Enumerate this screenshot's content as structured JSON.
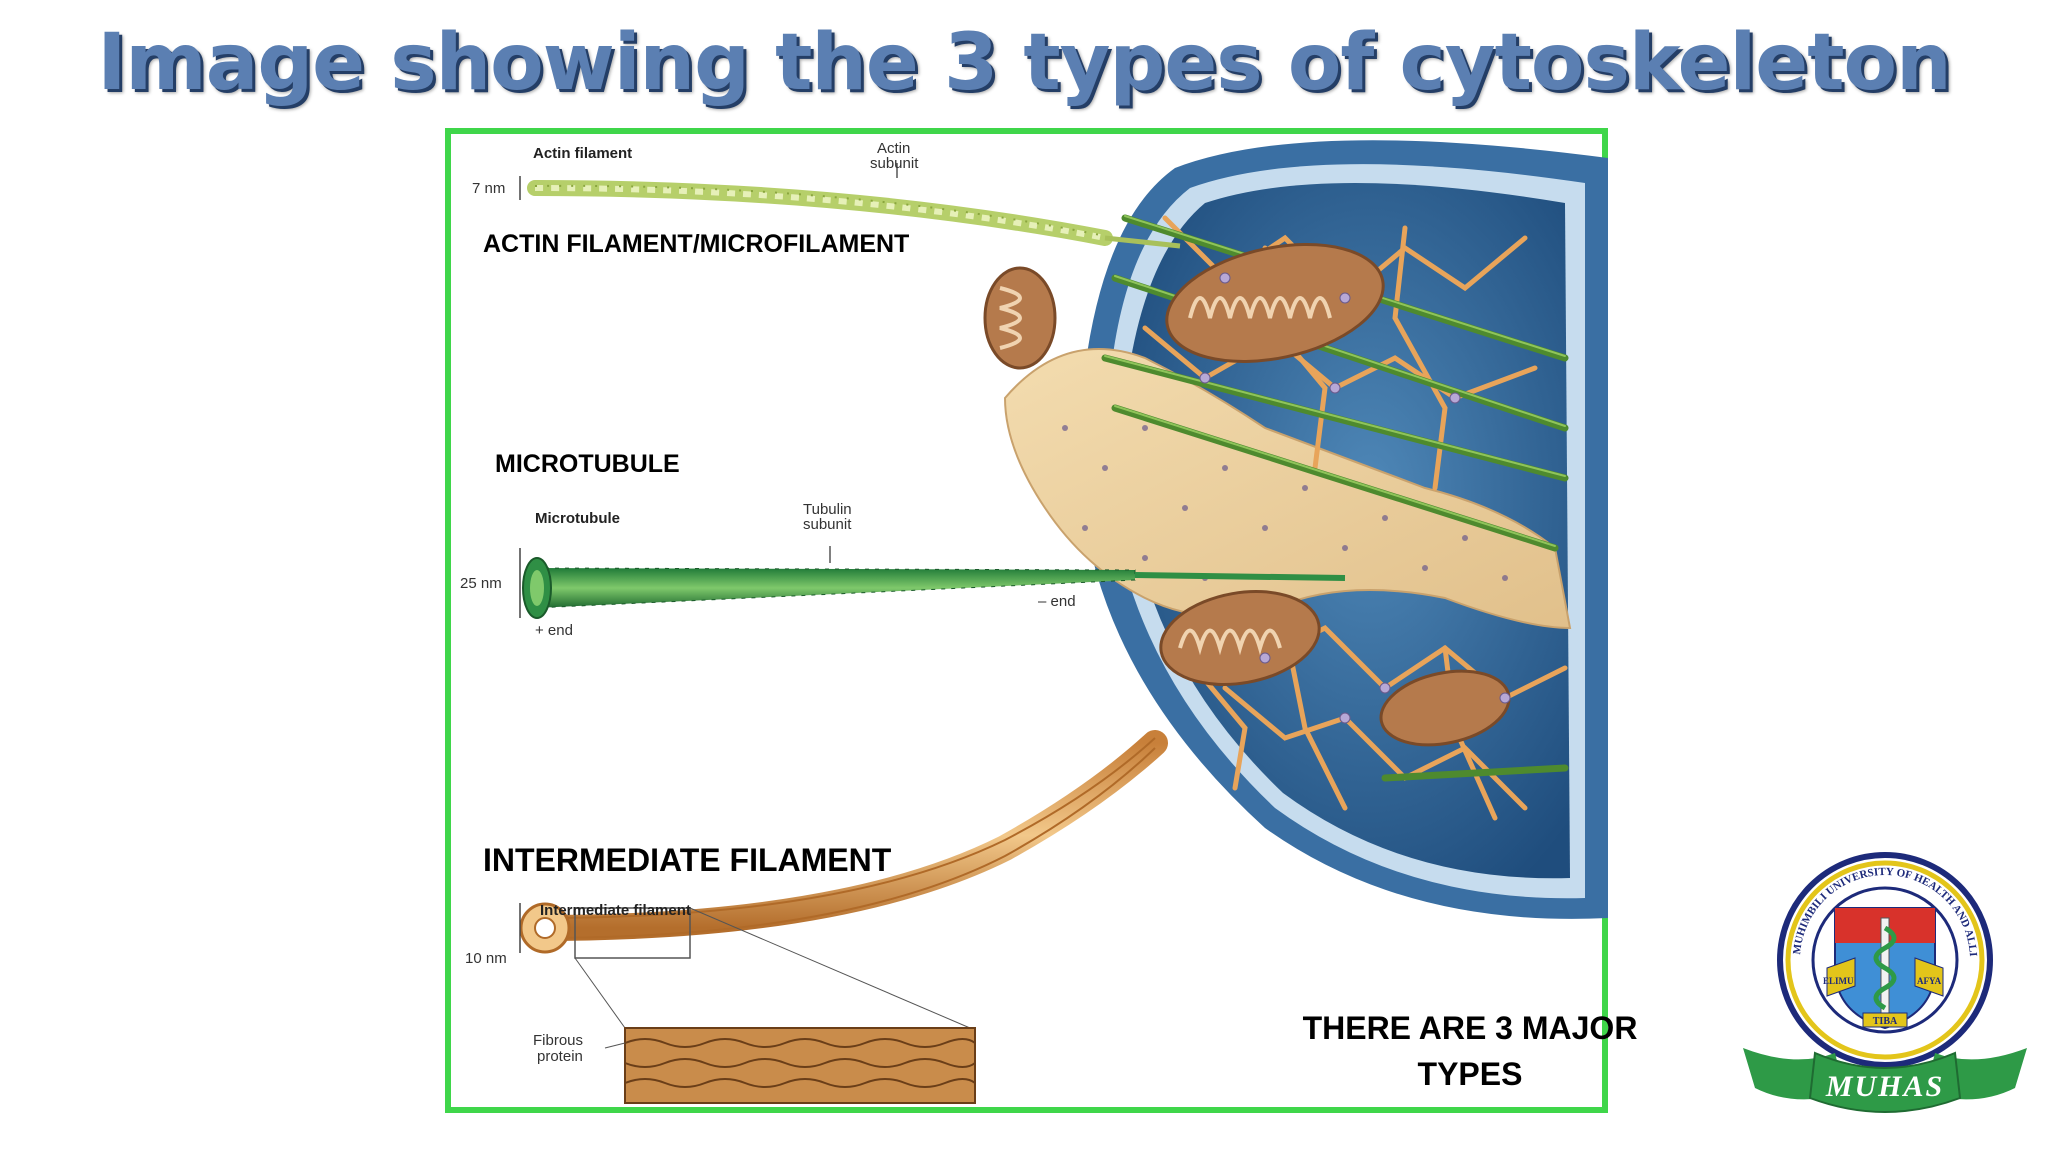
{
  "slide": {
    "title": "Image showing the 3 types of cytoskeleton",
    "note": "THERE ARE 3 MAJOR TYPES"
  },
  "captions": {
    "actin": "ACTIN FILAMENT/MICROFILAMENT",
    "microtubule": "MICROTUBULE",
    "intermediate": "INTERMEDIATE FILAMENT"
  },
  "diagram_labels": {
    "actin_filament": "Actin filament",
    "actin_subunit_1": "Actin",
    "actin_subunit_2": "subunit",
    "actin_size": "7 nm",
    "microtubule": "Microtubule",
    "tubulin_subunit_1": "Tubulin",
    "tubulin_subunit_2": "subunit",
    "microtubule_size": "25 nm",
    "minus_end": "– end",
    "plus_end": "+ end",
    "intermediate_filament": "Intermediate filament",
    "intermediate_size": "10 nm",
    "fibrous_protein_1": "Fibrous",
    "fibrous_protein_2": "protein"
  },
  "logo": {
    "ring_text": "MUHIMBILI UNIVERSITY OF HEALTH AND ALLIED SCIENCES",
    "banner": "MUHAS",
    "motto_left": "ELIMU",
    "motto_right": "AFYA",
    "motto_center": "TIBA"
  },
  "colors": {
    "title": "#5b7fb2",
    "frame": "#3fd64a",
    "actin": "#b6cf6a",
    "microtubule": "#2f8f45",
    "intermediate": "#d89a52",
    "cell_interior": "#2a5c8f",
    "logo_green": "#2e9a47"
  }
}
